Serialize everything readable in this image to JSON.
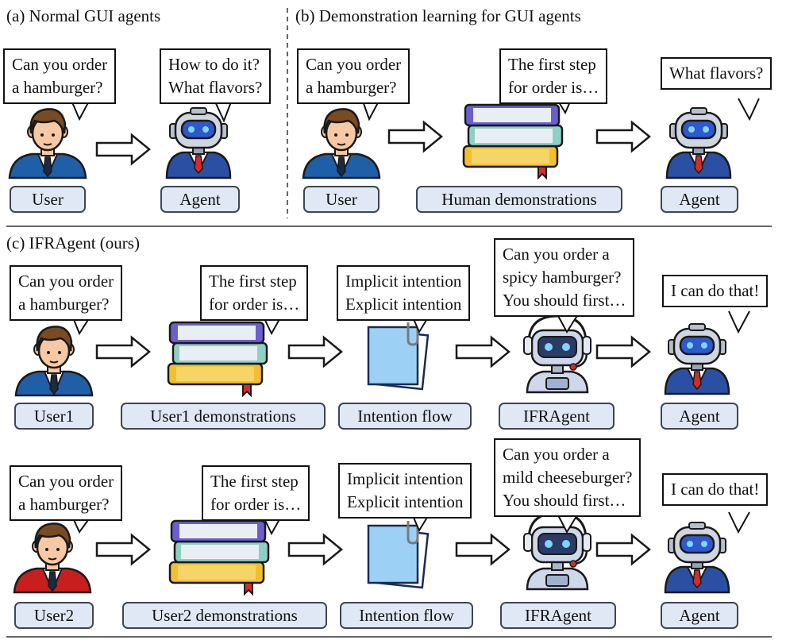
{
  "sections": {
    "a": "(a) Normal GUI agents",
    "b": "(b) Demonstration learning for GUI agents",
    "c": "(c) IFRAgent (ours)"
  },
  "bubbles": {
    "a_user": [
      "Can you order",
      "a hamburger?"
    ],
    "a_agent": [
      "How to do it?",
      "What flavors?"
    ],
    "b_user": [
      "Can you order",
      "a hamburger?"
    ],
    "b_demo": [
      "The first step",
      "for order is…"
    ],
    "b_agent": [
      "What flavors?"
    ],
    "c1_user": [
      "Can you order",
      "a hamburger?"
    ],
    "c1_demo": [
      "The first step",
      "for order is…"
    ],
    "c1_intent": [
      "Implicit intention",
      "Explicit intention"
    ],
    "c1_ifr": [
      "Can you order a",
      "spicy hamburger?",
      "You should first…"
    ],
    "c1_agent": [
      "I can do that!"
    ],
    "c2_user": [
      "Can you order",
      "a hamburger?"
    ],
    "c2_demo": [
      "The first step",
      "for order is…"
    ],
    "c2_intent": [
      "Implicit intention",
      "Explicit intention"
    ],
    "c2_ifr": [
      "Can you order a",
      "mild cheeseburger?",
      "You should first…"
    ],
    "c2_agent": [
      "I can do that!"
    ]
  },
  "labels": {
    "a_user": "User",
    "a_agent": "Agent",
    "b_user": "User",
    "b_demo": "Human demonstrations",
    "b_agent": "Agent",
    "c1_user": "User1",
    "c1_demo": "User1 demonstrations",
    "c1_flow": "Intention flow",
    "c1_ifr": "IFRAgent",
    "c1_agent": "Agent",
    "c2_user": "User2",
    "c2_demo": "User2 demonstrations",
    "c2_flow": "Intention flow",
    "c2_ifr": "IFRAgent",
    "c2_agent": "Agent"
  },
  "colors": {
    "suit_blue": "#1f5fa8",
    "suit_red": "#c81e1e",
    "label_fill": "#dfe8f4",
    "robot_blue": "#2f58c9",
    "book_purple": "#6b5fcf",
    "book_teal": "#8fd0c4",
    "book_yellow": "#f2c02e",
    "note_blue": "#9dd0f5"
  },
  "icons": [
    "user-icon",
    "robot-icon",
    "books-icon",
    "notes-icon",
    "ifragent-robot-icon",
    "arrow-icon"
  ]
}
